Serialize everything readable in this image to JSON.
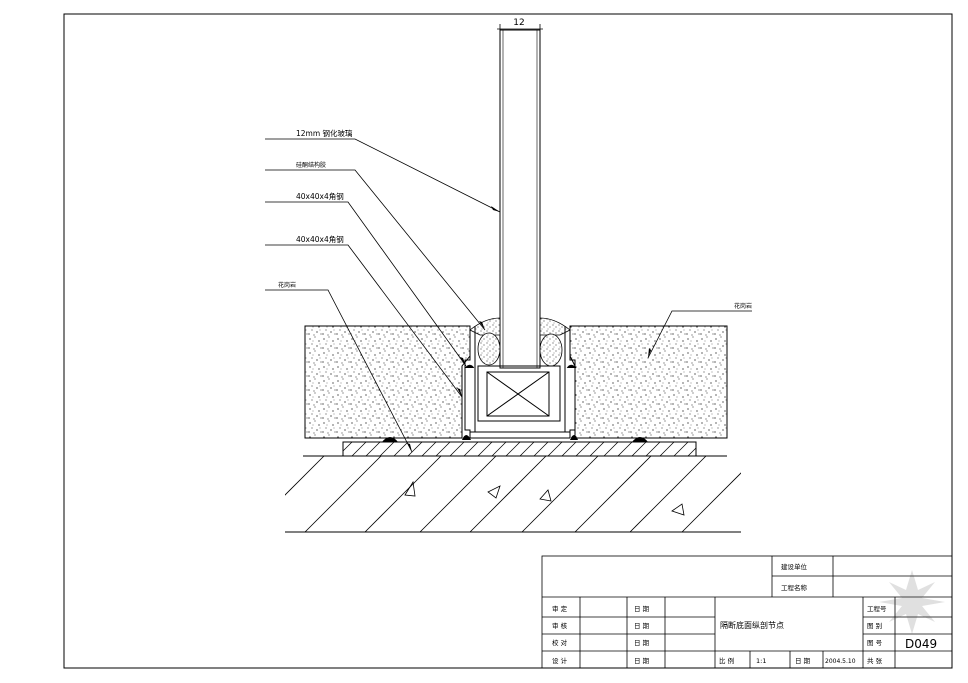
{
  "dimension": {
    "width_label": "12"
  },
  "callouts": {
    "glass": "12mm 钢化玻璃",
    "sealant": "硅酮结构胶",
    "angle_upper": "40x40x4角钢",
    "angle_lower": "40x40x4角钢",
    "left_material": "花岗岩",
    "right_material": "花岗岩"
  },
  "title_block": {
    "project_unit_label": "建设单位",
    "project_name_label": "工程名称",
    "drawing_title": "隔断底面纵剖节点",
    "rows": [
      {
        "role": "审 定",
        "date_label": "日 期"
      },
      {
        "role": "审 核",
        "date_label": "日 期"
      },
      {
        "role": "校 对",
        "date_label": "日 期"
      },
      {
        "role": "设 计",
        "date_label": "日 期"
      }
    ],
    "scale_label": "比 例",
    "scale_value": "1:1",
    "date_label": "日 期",
    "date_value": "2004.5.10",
    "right_labels": [
      "工程号",
      "图 别",
      "图 号",
      "共 张"
    ],
    "drawing_number": "D049"
  },
  "colors": {
    "line": "#000000",
    "background": "#ffffff"
  }
}
